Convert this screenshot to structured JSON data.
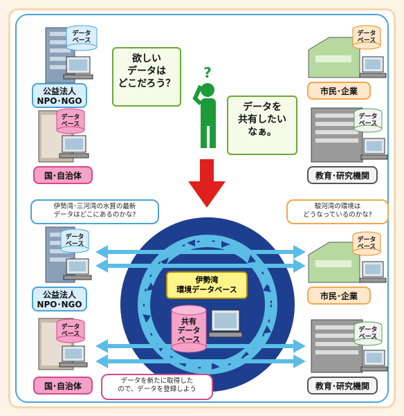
{
  "top": {
    "bubble_left": "欲しい\nデータは\nどこだろう？",
    "bubble_right": "データを\n共有したい\nなぁ。",
    "question_mark": "?",
    "org_tl": "公益法人\nNPO･NGO",
    "org_ml": "国･自治体",
    "org_tr": "市民･企業",
    "org_mr": "教育･研究機関",
    "db_tl": "データ\nベース",
    "db_ml": "データ\nベース",
    "db_tr": "データ\nベース",
    "db_mr": "データ\nベース"
  },
  "bottom": {
    "caption_tl": "伊勢湾･三河湾の水質の最新\nデータはどこにあるのかな?",
    "caption_tr": "駿河湾の環境は\nどうなっているのかな?",
    "caption_bl": "データを新たに取得した\nので、データを登録しよう",
    "center_title": "伊勢湾\n環境データベース",
    "shared_db": "共有\nデータ\nベース",
    "org_tl": "公益法人\nNPO･NGO",
    "org_bl": "国･自治体",
    "org_tr": "市民･企業",
    "org_br": "教育･研究機関",
    "db_tl": "データ\nベース",
    "db_bl": "データ\nベース",
    "db_tr": "データ\nベース",
    "db_br": "データ\nベース"
  },
  "colors": {
    "circle_outer": "#1e3f8f",
    "ring": "#5bbde6",
    "arrow_down": "#e0201c",
    "person": "#1e9a3a"
  }
}
